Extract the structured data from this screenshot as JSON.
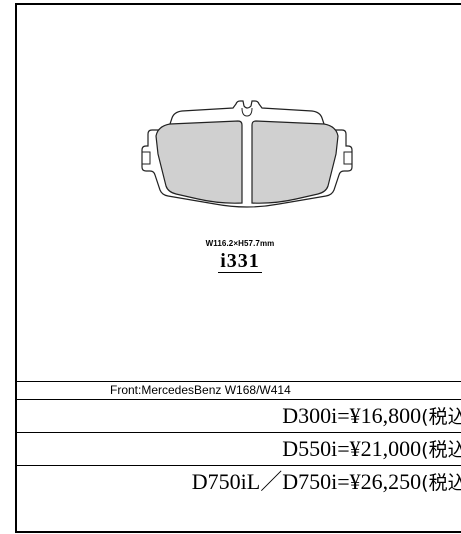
{
  "product": {
    "dimensions": "W116.2×H57.7mm",
    "part_number": "i331",
    "fitment": "Front:MercedesBenz W168/W414"
  },
  "prices": [
    {
      "model": "D300i",
      "price": "=¥16,800",
      "tax_note": "(税込)"
    },
    {
      "model": "D550i",
      "price": "=¥21,000",
      "tax_note": "(税込)"
    },
    {
      "model": "D750iL／D750i",
      "price": "=¥26,250",
      "tax_note": "(税込)"
    }
  ],
  "colors": {
    "pad_fill": "#d0d0d0",
    "backing_plate": "#ffffff",
    "outline": "#222222"
  },
  "icons": {
    "brake_pad": "brake-pad-diagram-icon"
  }
}
